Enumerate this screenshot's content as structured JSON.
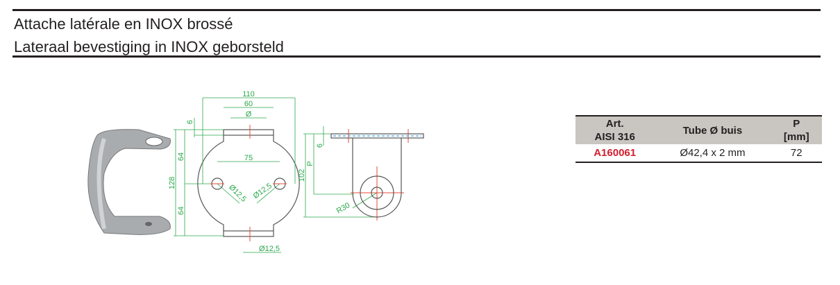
{
  "header": {
    "title_fr": "Attache latérale en INOX brossé",
    "title_nl": "Lateraal bevestiging in INOX geborsteld"
  },
  "drawing": {
    "dims": {
      "width_total": "110",
      "width_tab": "60",
      "tube_dia": "Ø",
      "tab_thickness": "6",
      "half_height_top": "64",
      "half_height_bottom": "64",
      "total_height": "128",
      "hole_spacing": "75",
      "hole_left": "Ø12,5",
      "hole_right": "Ø12,5",
      "hole_bottom": "Ø12,5",
      "side_height": "102",
      "p_label": "P",
      "side_thickness": "6",
      "radius": "R30"
    }
  },
  "table": {
    "headers": {
      "art_line1": "Art.",
      "art_line2": "AISI 316",
      "tube": "Tube Ø buis",
      "p_line1": "P",
      "p_line2": "[mm]"
    },
    "rows": [
      {
        "art": "A160061",
        "tube": "Ø42,4 x 2 mm",
        "p": "72"
      }
    ]
  },
  "colors": {
    "article": "#d2202f",
    "dimension": "#2aa84a",
    "header_bg": "#c9c5c1"
  }
}
